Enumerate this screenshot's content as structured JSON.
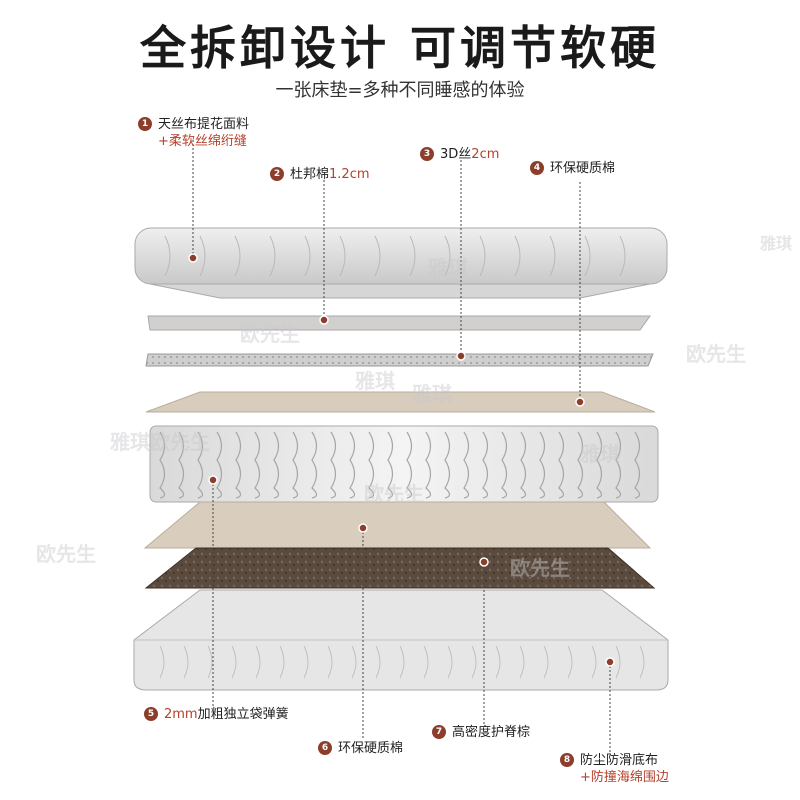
{
  "title": "全拆卸设计 可调节软硬",
  "subtitle": "一张床垫=多种不同睡感的体验",
  "labels": [
    {
      "num": "1",
      "text": "天丝布提花面料",
      "extra": "+柔软丝绵绗缝"
    },
    {
      "num": "2",
      "text": "杜邦棉",
      "highlight": "1.2cm"
    },
    {
      "num": "3",
      "text": "3D丝",
      "highlight": "2cm"
    },
    {
      "num": "4",
      "text": "环保硬质棉"
    },
    {
      "num": "5",
      "highlight": "2mm",
      "text": "加粗独立袋弹簧"
    },
    {
      "num": "6",
      "text": "环保硬质棉"
    },
    {
      "num": "7",
      "text": "高密度护脊棕"
    },
    {
      "num": "8",
      "text": "防尘防滑底布",
      "extra": "+防撞海绵围边"
    }
  ],
  "watermarks": [
    "雅琪",
    "雅琪",
    "欧先生",
    "欧先生",
    "雅琪",
    "雅琪欧先生",
    "雅琪",
    "欧先生",
    "欧先生",
    "欧先生",
    "雅琪"
  ],
  "colors": {
    "accent": "#8c3d2b",
    "highlight": "#b5402b"
  }
}
